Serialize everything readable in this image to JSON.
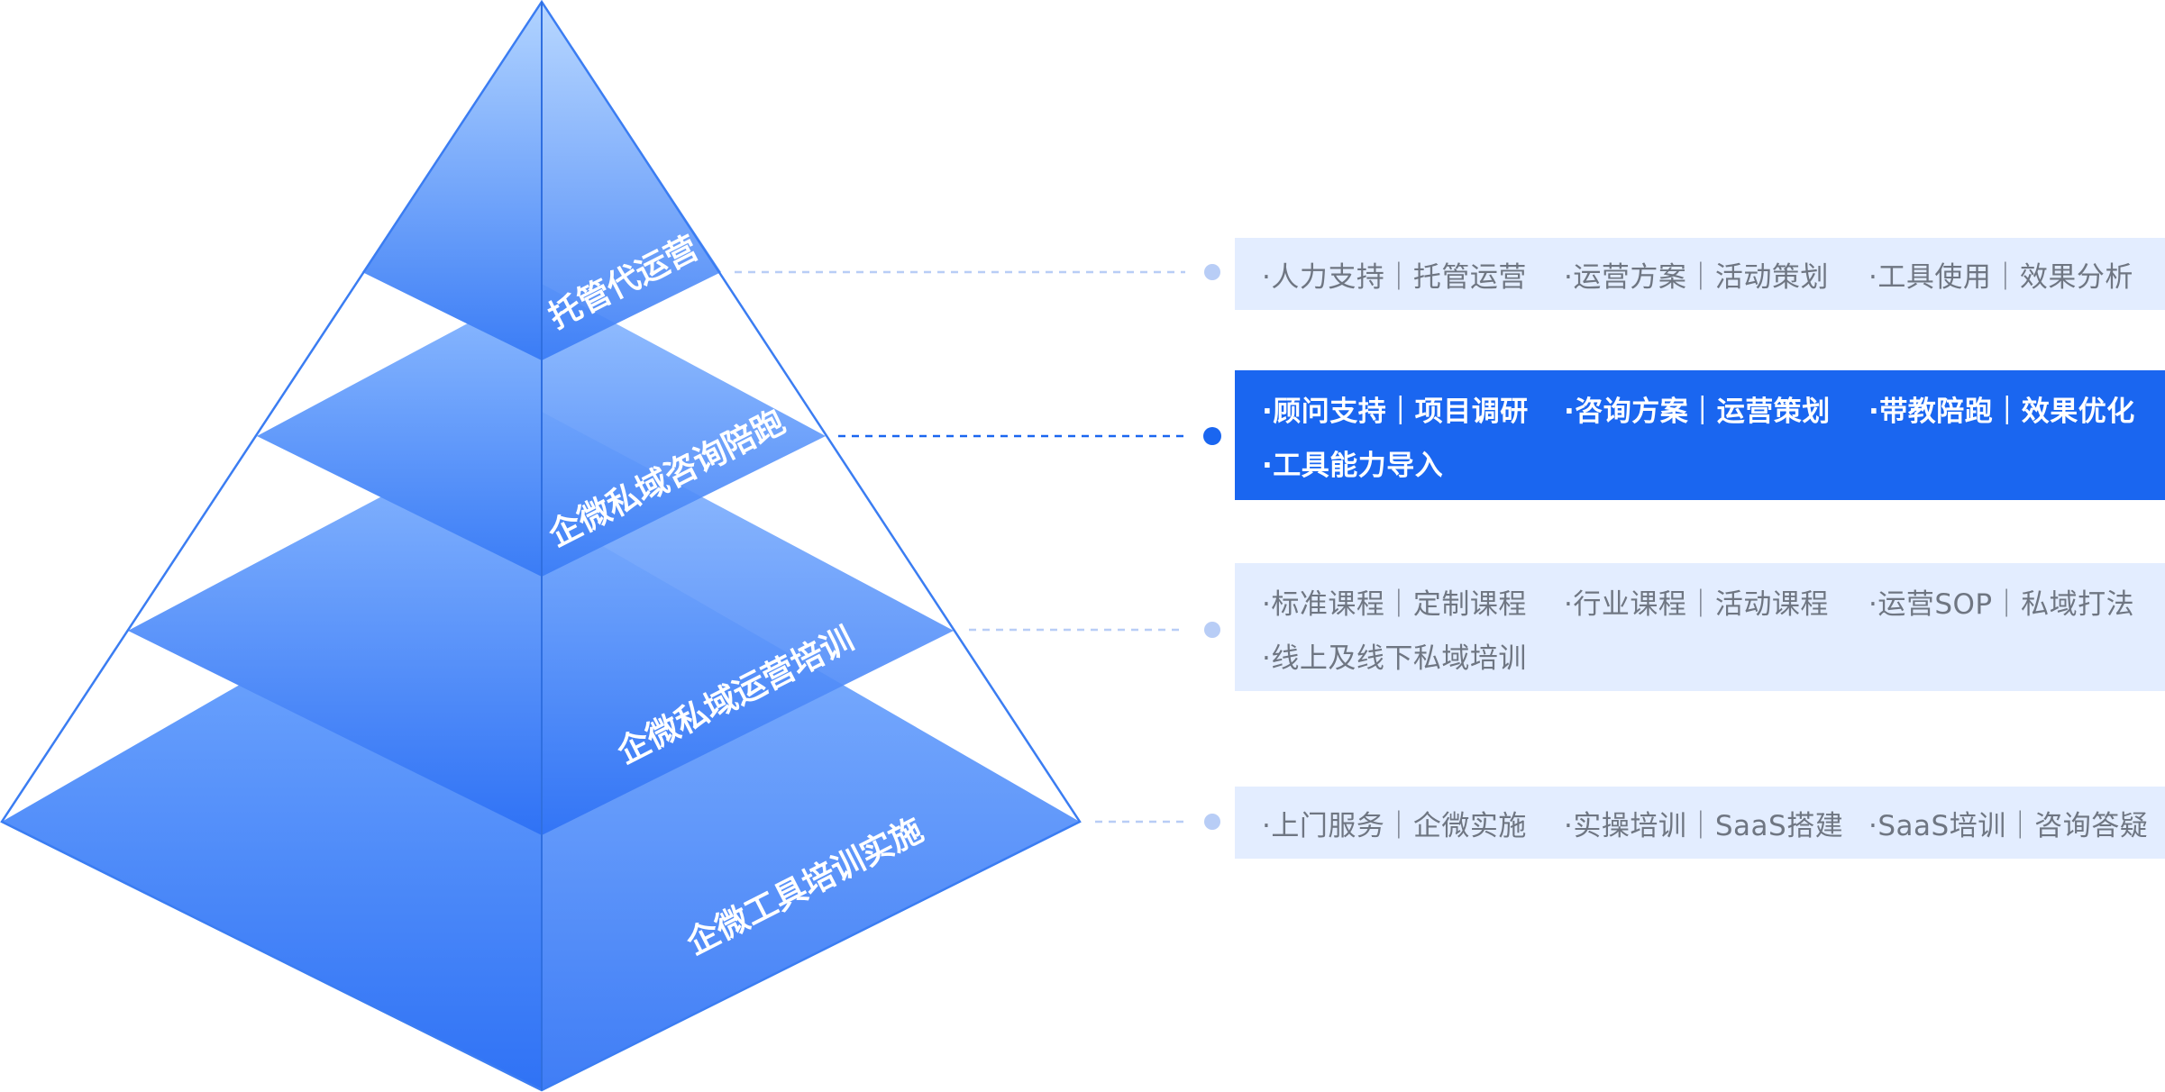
{
  "layers": [
    {
      "label": "托管代运营",
      "active": false,
      "rows": [
        [
          "·人力支持｜托管运营",
          "·运营方案｜活动策划",
          "·工具使用｜效果分析"
        ]
      ]
    },
    {
      "label": "企微私域咨询陪跑",
      "active": true,
      "rows": [
        [
          "·顾问支持｜项目调研",
          "·咨询方案｜运营策划",
          "·带教陪跑｜效果优化"
        ],
        [
          "·工具能力导入"
        ]
      ]
    },
    {
      "label": "企微私域运营培训",
      "active": false,
      "rows": [
        [
          "·标准课程｜定制课程",
          "·行业课程｜活动课程",
          "·运营SOP｜私域打法"
        ],
        [
          "·线上及线下私域培训"
        ]
      ]
    },
    {
      "label": "企微工具培训实施",
      "active": false,
      "rows": [
        [
          "·上门服务｜企微实施",
          "·实操培训｜SaaS搭建",
          "·SaaS培训｜咨询答疑"
        ]
      ]
    }
  ],
  "colors": {
    "pyramid_top": "#a8ccff",
    "pyramid_bottom": "#2e74f5",
    "outline": "#3b7df2",
    "active_panel": "#1a66f0",
    "inactive_panel": "#e3edff",
    "inactive_dot": "#b8cdf6",
    "active_dot": "#1a66f0"
  }
}
